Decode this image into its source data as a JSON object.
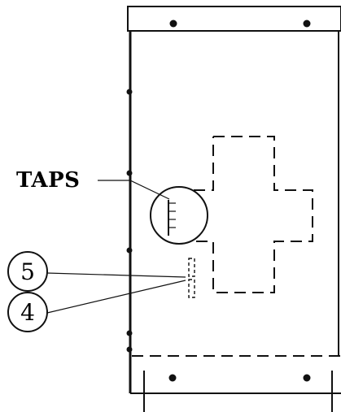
{
  "labels": {
    "taps": "TAPS",
    "callout_5": "5",
    "callout_4": "4"
  },
  "colors": {
    "line": "#111111",
    "background": "#ffffff"
  }
}
